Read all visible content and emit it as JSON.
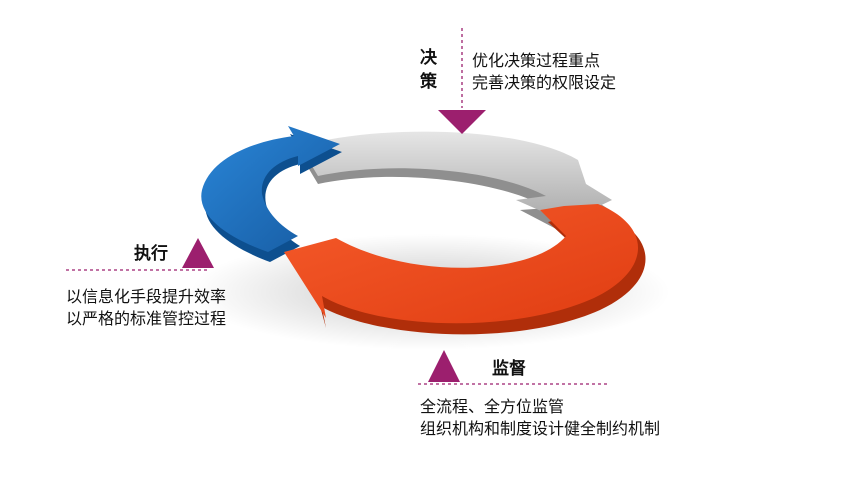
{
  "decision": {
    "title": "决策",
    "title_chars": [
      "决",
      "策"
    ],
    "lines": [
      "优化决策过程重点",
      "完善决策的权限设定"
    ]
  },
  "execution": {
    "title": "执行",
    "lines": [
      "以信息化手段提升效率",
      "以严格的标准管控过程"
    ]
  },
  "supervision": {
    "title": "监督",
    "lines": [
      "全流程、全方位监管",
      "组织机构和制度设计健全制约机制"
    ]
  },
  "colors": {
    "blue_arrow": "#1f73c4",
    "orange_arrow": "#f04a1e",
    "gray_arrow": "#c9c9c9",
    "accent": "#9c1f6e"
  }
}
